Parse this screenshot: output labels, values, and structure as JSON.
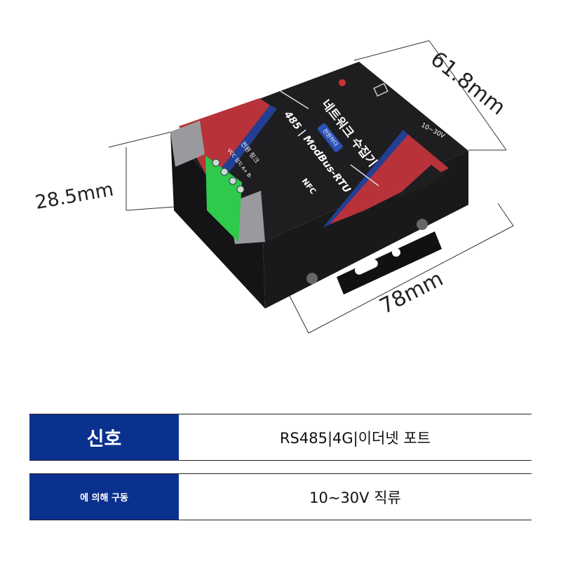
{
  "product": {
    "title": "네트워크 수집기",
    "model": "485 | ModBus-RTU",
    "badge": "전원하다",
    "nfc": "NFC",
    "voltage_marking": "10~30V",
    "indicator_labels": "전원 링크",
    "terminal_labels": "VCC 접지 A+ B-",
    "colors": {
      "body": "#1c1c1e",
      "red": "#b8323a",
      "blue": "#233f94",
      "terminal": "#2fc94c"
    }
  },
  "dimensions": {
    "depth": "61.8mm",
    "height": "28.5mm",
    "width": "78mm"
  },
  "specs": [
    {
      "label": "신호",
      "value": "RS485|4G|이더넷 포트"
    },
    {
      "label": "에 의해 구동",
      "value": "10~30V 직류"
    }
  ],
  "accent_color": "#0b318f"
}
